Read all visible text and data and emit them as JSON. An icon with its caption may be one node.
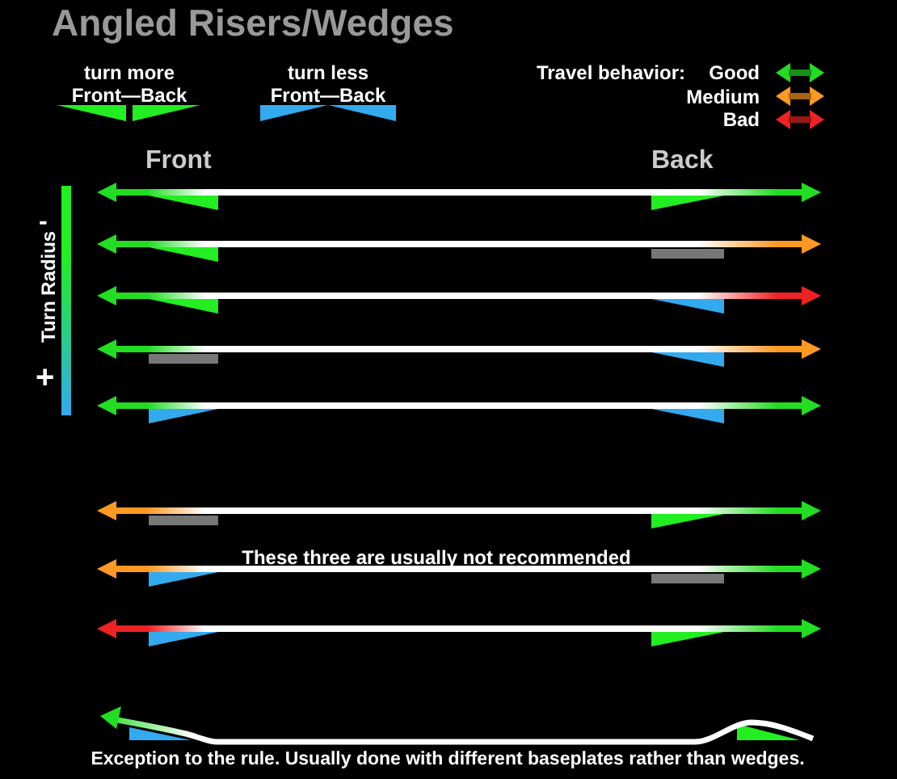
{
  "diagram": {
    "title": "Angled Risers/Wedges",
    "labels": [
      "turn more",
      "Front—Back",
      "turn less",
      "Front—Back",
      "Travel behavior:",
      "Front",
      "Back",
      "-",
      "Turn Radius",
      "+",
      "These three are usually not recommended",
      "Exception to the rule. Usually done with different baseplates rather than wedges."
    ],
    "legend": [
      {
        "text": "Good",
        "color": "#22dd22"
      },
      {
        "text": "Medium",
        "color": "#ff9922"
      },
      {
        "text": "Bad",
        "color": "#ee2222"
      }
    ]
  }
}
